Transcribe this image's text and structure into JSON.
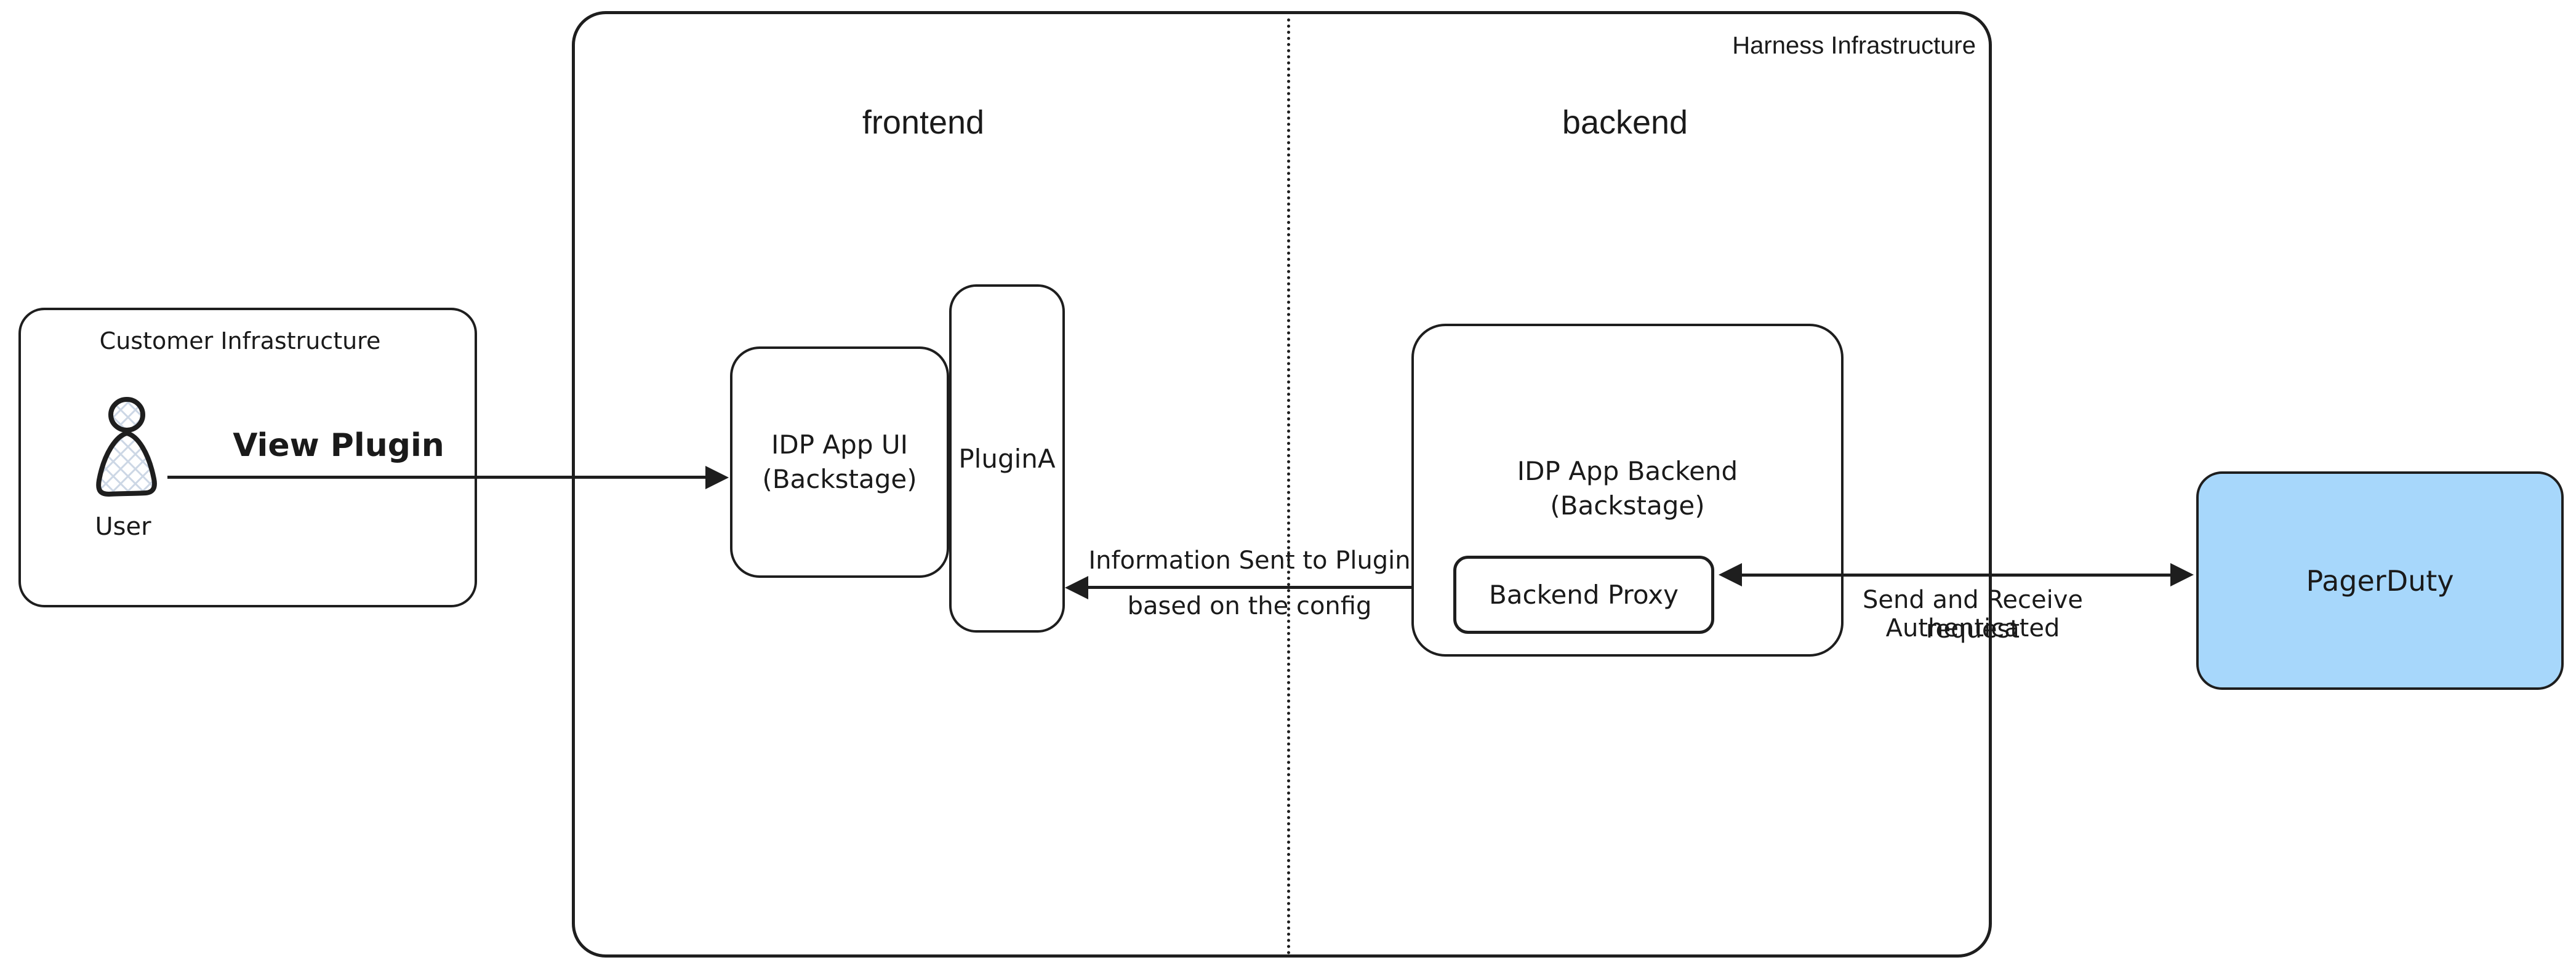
{
  "harness": {
    "label": "Harness Infrastructure",
    "frontend_label": "frontend",
    "backend_label": "backend"
  },
  "customer": {
    "label": "Customer Infrastructure",
    "user_label": "User"
  },
  "nodes": {
    "idp_ui": {
      "line1": "IDP App UI",
      "line2": "(Backstage)"
    },
    "plugin_a": {
      "label": "PluginA"
    },
    "idp_backend": {
      "line1": "IDP App Backend",
      "line2": "(Backstage)"
    },
    "backend_proxy": {
      "label": "Backend Proxy"
    },
    "pagerduty": {
      "label": "PagerDuty"
    }
  },
  "edges": {
    "view_plugin": {
      "label": "View Plugin"
    },
    "info_to_plugin": {
      "line1": "Information Sent to Plugin",
      "line2": "based on the config"
    },
    "send_receive": {
      "line1": "Send and Receive Authenticated",
      "line2": "request"
    }
  },
  "colors": {
    "stroke": "#1e1e1e",
    "text": "#1a1a1a",
    "pagerduty_fill": "#a7d7fb",
    "user_hatch": "#ccd7e5"
  }
}
